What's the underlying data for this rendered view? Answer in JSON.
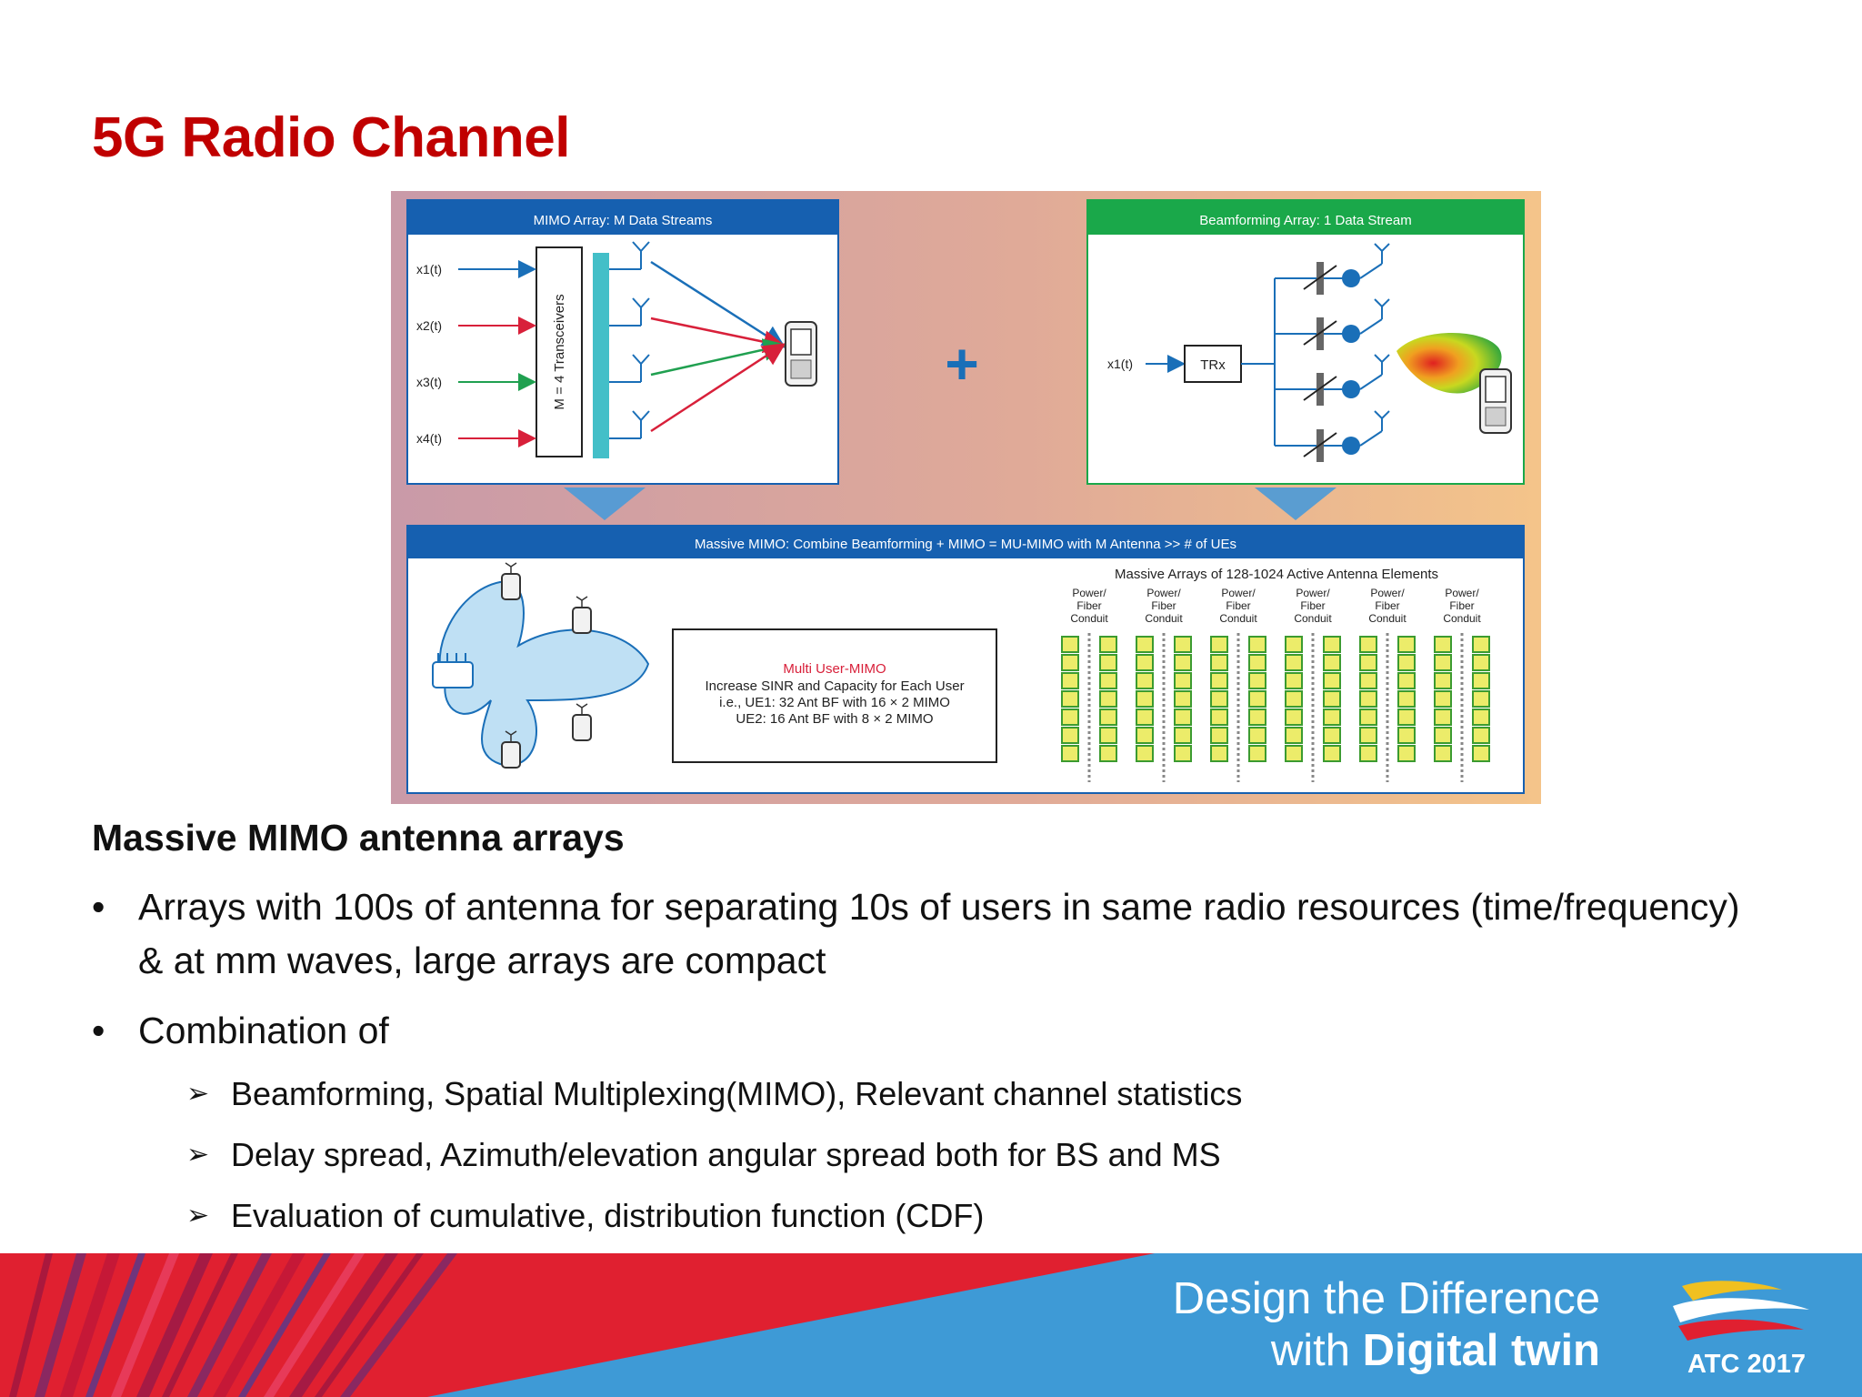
{
  "slide": {
    "title": "5G Radio Channel",
    "subheading": "Massive MIMO antenna arrays",
    "bullets": [
      "Arrays with 100s of antenna for separating 10s of users in same radio resources (time/frequency) & at mm waves, large arrays are compact",
      "Combination of"
    ],
    "sub_bullets": [
      "Beamforming, Spatial Multiplexing(MIMO), Relevant channel statistics",
      "Delay spread, Azimuth/elevation angular spread both for BS and MS",
      "Evaluation of cumulative, distribution function (CDF)"
    ],
    "bullet_glyph": "•",
    "sub_glyph": "➢"
  },
  "figure": {
    "mimo_title": "MIMO Array: M Data Streams",
    "mimo_inputs": [
      "x1(t)",
      "x2(t)",
      "x3(t)",
      "x4(t)"
    ],
    "mimo_transceivers": "M = 4 Transceivers",
    "plus": "+",
    "bf_title": "Beamforming Array: 1 Data Stream",
    "bf_input": "x1(t)",
    "bf_trx": "TRx",
    "massive_title": "Massive MIMO: Combine Beamforming + MIMO = MU-MIMO with M Antenna >> # of UEs",
    "mu_title": "Multi User-MIMO",
    "mu_lines": [
      "Increase SINR and Capacity for Each User",
      "i.e., UE1: 32 Ant BF with 16 × 2 MIMO",
      "UE2: 16 Ant BF with 8 × 2 MIMO"
    ],
    "arrays_title": "Massive Arrays of 128-1024 Active Antenna Elements",
    "conduit_lines": [
      "Power/",
      "Fiber",
      "Conduit"
    ],
    "colors": {
      "blue_header": "#1660b0",
      "green_header": "#1aa84a",
      "red_arrow": "#d8203a",
      "blue_arrow": "#1a6fb8",
      "green_arrow": "#20a050",
      "element_yellow": "#ecec6a",
      "element_green": "#3c9b30"
    }
  },
  "footer": {
    "tagline_line1": "Design the Difference",
    "tagline_line2_prefix": "with ",
    "tagline_line2_bold": "Digital twin",
    "logo_text": "ATC 2017",
    "colors": {
      "red": "#e02030",
      "blue": "#3e9ad6"
    }
  }
}
